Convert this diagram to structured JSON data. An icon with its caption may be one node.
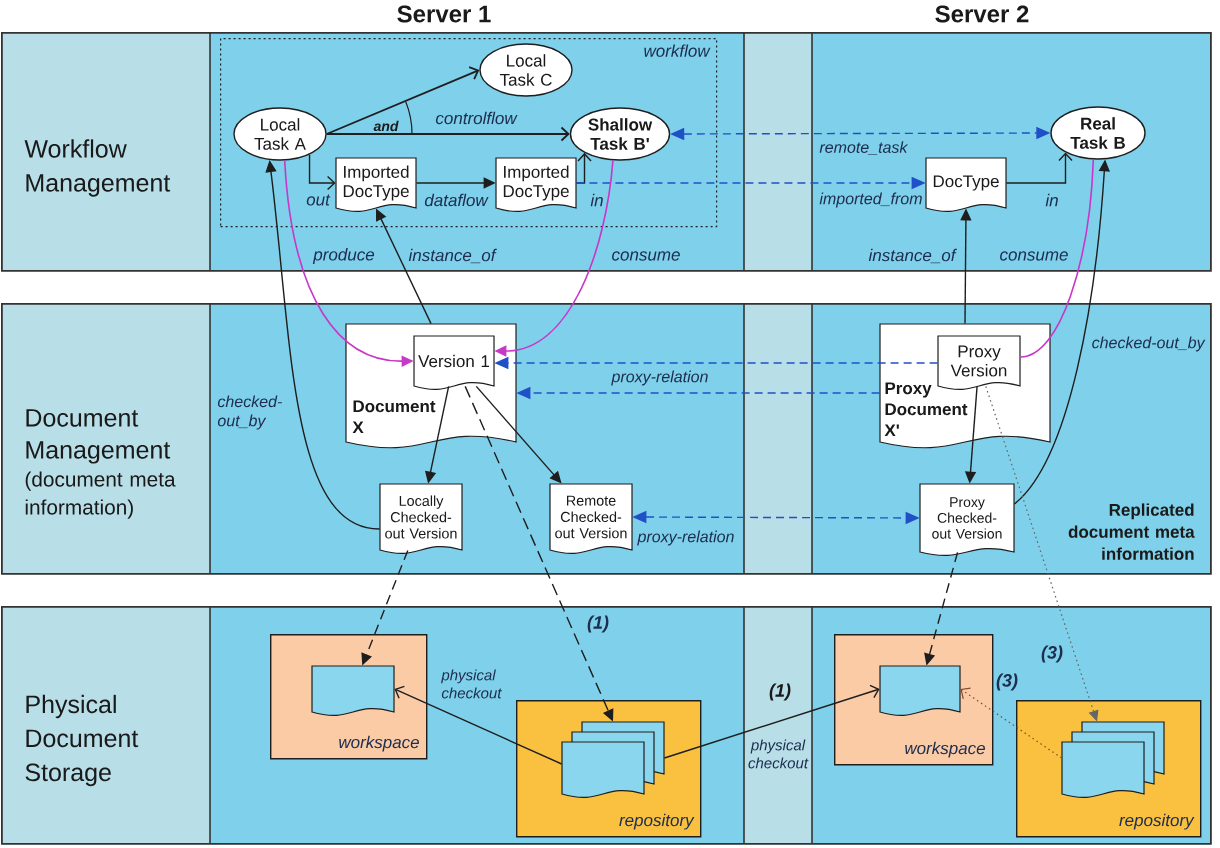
{
  "diagram": {
    "nodes": [
      {
        "text": [
          "Workflow Management"
        ]
      },
      {
        "text": [
          "workflow"
        ],
        "in": 0
      },
      {
        "text": [
          "Local Task A"
        ],
        "in": 1
      },
      {
        "text": [
          "Local Task C"
        ],
        "in": 1
      },
      {
        "text": [
          "Shallow Task B'"
        ],
        "in": 1
      },
      {
        "text": [
          "Imported DocType"
        ],
        "in": 1
      },
      {
        "text": [
          "Imported DocType"
        ],
        "in": 1
      },
      {
        "text": [
          "Real Task B"
        ],
        "in": 0
      },
      {
        "text": [
          "DocType"
        ],
        "in": 0
      },
      {
        "text": [
          "Document Management",
          "(document meta information)"
        ]
      },
      {
        "text": [
          "Document X"
        ],
        "in": 9
      },
      {
        "text": [
          "Version 1"
        ],
        "in": 10
      },
      {
        "text": [
          "Proxy Document X'"
        ],
        "in": 9
      },
      {
        "text": [
          "Proxy Version"
        ],
        "in": 12
      },
      {
        "text": [
          "Locally Checked-out Version"
        ],
        "in": 9
      },
      {
        "text": [
          "Remote Checked-out Version"
        ],
        "in": 9
      },
      {
        "text": [
          "Proxy Checked-out Version"
        ],
        "in": 9
      },
      {
        "text": [
          "Physical Document Storage"
        ]
      },
      {
        "text": [
          "workspace"
        ],
        "in": 17
      },
      {
        "text": [],
        "shape": "document",
        "in": 18
      },
      {
        "text": [
          "repository"
        ],
        "in": 17
      },
      {
        "text": [],
        "shape": "document",
        "in": 20
      },
      {
        "text": [
          "workspace"
        ],
        "in": 17
      },
      {
        "text": [],
        "shape": "document",
        "in": 22
      },
      {
        "text": [
          "repository"
        ],
        "in": 17
      },
      {
        "text": [],
        "shape": "document",
        "in": 24
      }
    ],
    "edges": [
      {
        "from": 2,
        "to": 3,
        "arrow": "to"
      },
      {
        "from": 2,
        "to": 4,
        "arrow": "to",
        "label": "controlflow"
      },
      {
        "from": 2,
        "to": 5,
        "arrow": "to",
        "label": "out"
      },
      {
        "from": 5,
        "to": 6,
        "arrow": "to",
        "label": "dataflow"
      },
      {
        "from": 6,
        "to": 4,
        "arrow": "to",
        "label": "in"
      },
      {
        "from": 4,
        "to": 7,
        "arrow": "both",
        "label": "remote_task",
        "style": "dashed",
        "color": "#2050c8"
      },
      {
        "from": 6,
        "to": 8,
        "arrow": "to",
        "label": "imported_from",
        "style": "dashed",
        "color": "#2050c8"
      },
      {
        "from": 8,
        "to": 7,
        "arrow": "to",
        "label": "in"
      },
      {
        "from": 2,
        "to": 11,
        "arrow": "to",
        "label": "produce",
        "color": "#c838c8"
      },
      {
        "from": 10,
        "to": 5,
        "arrow": "to",
        "label": "instance_of"
      },
      {
        "from": 4,
        "to": 11,
        "arrow": "to",
        "label": "consume",
        "color": "#c838c8"
      },
      {
        "from": 12,
        "to": 8,
        "arrow": "to",
        "label": "instance_of"
      },
      {
        "from": 7,
        "to": 13,
        "arrow": "none",
        "label": "consume",
        "color": "#c838c8"
      },
      {
        "from": 14,
        "to": 2,
        "arrow": "to",
        "label": "checked-out_by"
      },
      {
        "from": 16,
        "to": 7,
        "arrow": "to",
        "label": "checked-out_by"
      },
      {
        "from": 13,
        "to": 11,
        "arrow": "to",
        "label": "proxy-relation",
        "style": "dashed",
        "color": "#2050c8"
      },
      {
        "from": 12,
        "to": 10,
        "arrow": "to",
        "style": "dashed",
        "color": "#2050c8"
      },
      {
        "from": 11,
        "to": 14,
        "arrow": "to"
      },
      {
        "from": 11,
        "to": 15,
        "arrow": "to"
      },
      {
        "from": 13,
        "to": 16,
        "arrow": "to"
      },
      {
        "from": 15,
        "to": 16,
        "arrow": "both",
        "label": "proxy-relation",
        "style": "dashed",
        "color": "#2050c8"
      },
      {
        "from": 11,
        "to": 21,
        "arrow": "to",
        "label": "(1)",
        "style": "dashed"
      },
      {
        "from": 14,
        "to": 19,
        "arrow": "to",
        "style": "dashed"
      },
      {
        "from": 21,
        "to": 19,
        "arrow": "to",
        "label": "physical checkout"
      },
      {
        "from": 21,
        "to": 23,
        "arrow": "to",
        "label": "physical checkout"
      },
      {
        "from": 16,
        "to": 23,
        "arrow": "to",
        "style": "dashed"
      },
      {
        "from": 13,
        "to": 25,
        "arrow": "to",
        "label": "(3)",
        "style": "dashed",
        "color": "#666666"
      },
      {
        "from": 25,
        "to": 23,
        "arrow": "to",
        "label": "(3)",
        "style": "dashed",
        "color": "#8a4a2a"
      }
    ],
    "labels": [
      "Server 1",
      "Server 2",
      "and",
      "Replicated document meta information",
      "(1)"
    ]
  }
}
